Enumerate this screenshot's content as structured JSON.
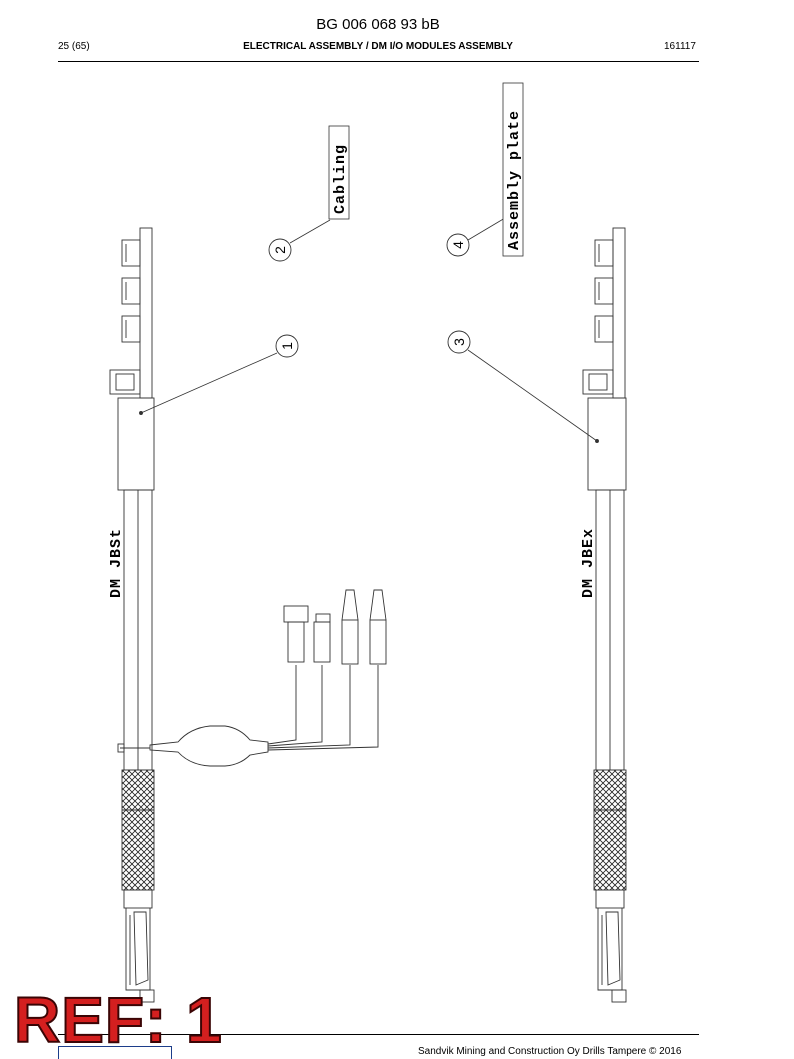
{
  "document": {
    "number": "BG 006 068 93 bB",
    "page": "25 (65)",
    "section_title": "ELECTRICAL ASSEMBLY / DM I/O MODULES ASSEMBLY",
    "code": "161117"
  },
  "drawing": {
    "callouts": [
      {
        "number": "1",
        "target": "DM JBSt junction box"
      },
      {
        "number": "2",
        "label": "Cabling"
      },
      {
        "number": "3",
        "target": "DM JBEx junction box"
      },
      {
        "number": "4",
        "label": "Assembly plate"
      }
    ],
    "labels": {
      "cabling": "Cabling",
      "assembly_plate": "Assembly plate",
      "dm_jbst": "DM JBSt",
      "dm_jbex": "DM JBEx"
    }
  },
  "stamp": {
    "text": "REF: 1"
  },
  "footer": {
    "copyright": "Sandvik Mining and Construction Oy Drills Tampere © 2016"
  }
}
